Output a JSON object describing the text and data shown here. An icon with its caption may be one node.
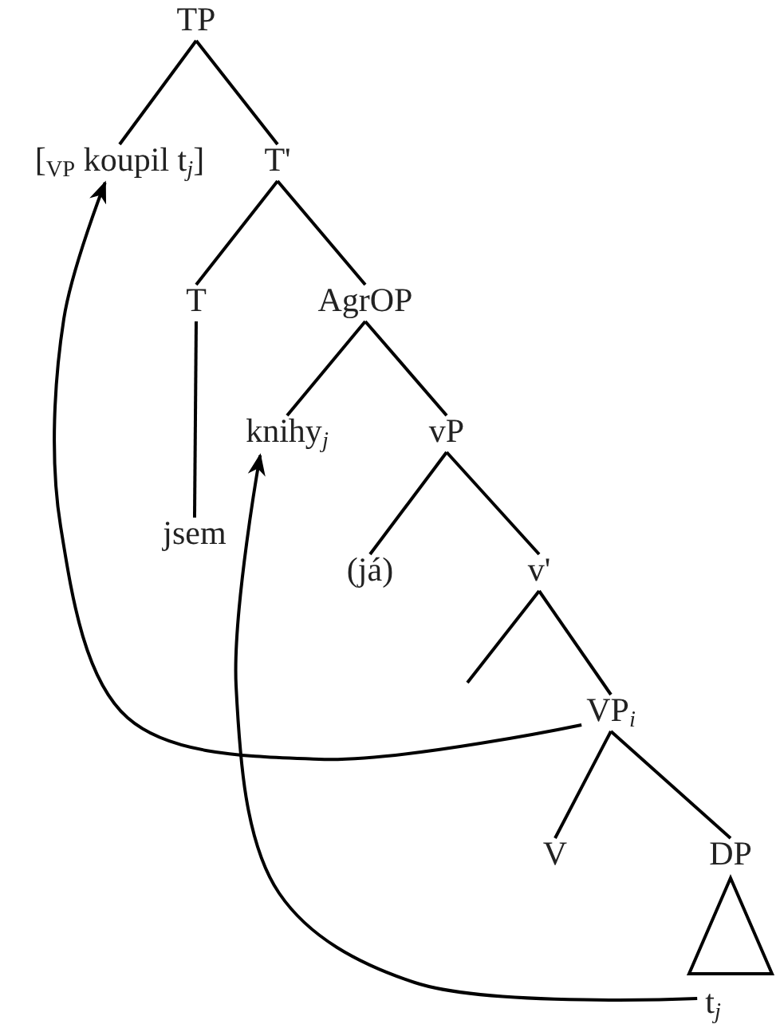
{
  "diagram": {
    "nodes": [
      {
        "text": [
          "TP"
        ]
      },
      {
        "text": [
          "[$_{VP}$ koupil t$_{j}$]"
        ]
      },
      {
        "text": [
          "T'"
        ]
      },
      {
        "text": [
          "T"
        ]
      },
      {
        "text": [
          "AgrOP"
        ]
      },
      {
        "text": [
          "jsem"
        ]
      },
      {
        "text": [
          "knihy$_{j}$"
        ]
      },
      {
        "text": [
          "vP"
        ]
      },
      {
        "text": [
          "(já)"
        ]
      },
      {
        "text": [
          "v'"
        ]
      },
      {
        "text": [
          "VP$_{i}$"
        ]
      },
      {
        "text": [
          "V"
        ]
      },
      {
        "text": [
          "DP"
        ]
      },
      {
        "text": [
          "t$_{j}$"
        ]
      }
    ],
    "edges": [
      {
        "from": 0,
        "to": 1,
        "arrow": "none"
      },
      {
        "from": 0,
        "to": 2,
        "arrow": "none"
      },
      {
        "from": 2,
        "to": 3,
        "arrow": "none"
      },
      {
        "from": 2,
        "to": 4,
        "arrow": "none"
      },
      {
        "from": 3,
        "to": 5,
        "arrow": "none"
      },
      {
        "from": 4,
        "to": 6,
        "arrow": "none"
      },
      {
        "from": 4,
        "to": 7,
        "arrow": "none"
      },
      {
        "from": 7,
        "to": 8,
        "arrow": "none"
      },
      {
        "from": 7,
        "to": 9,
        "arrow": "none"
      },
      {
        "from": 9,
        "to": null,
        "arrow": "none"
      },
      {
        "from": 9,
        "to": 10,
        "arrow": "none"
      },
      {
        "from": 10,
        "to": 11,
        "arrow": "none"
      },
      {
        "from": 10,
        "to": 12,
        "arrow": "none"
      },
      {
        "from": 10,
        "to": 1,
        "arrow": "to"
      },
      {
        "from": 13,
        "to": 6,
        "arrow": "to"
      }
    ]
  }
}
